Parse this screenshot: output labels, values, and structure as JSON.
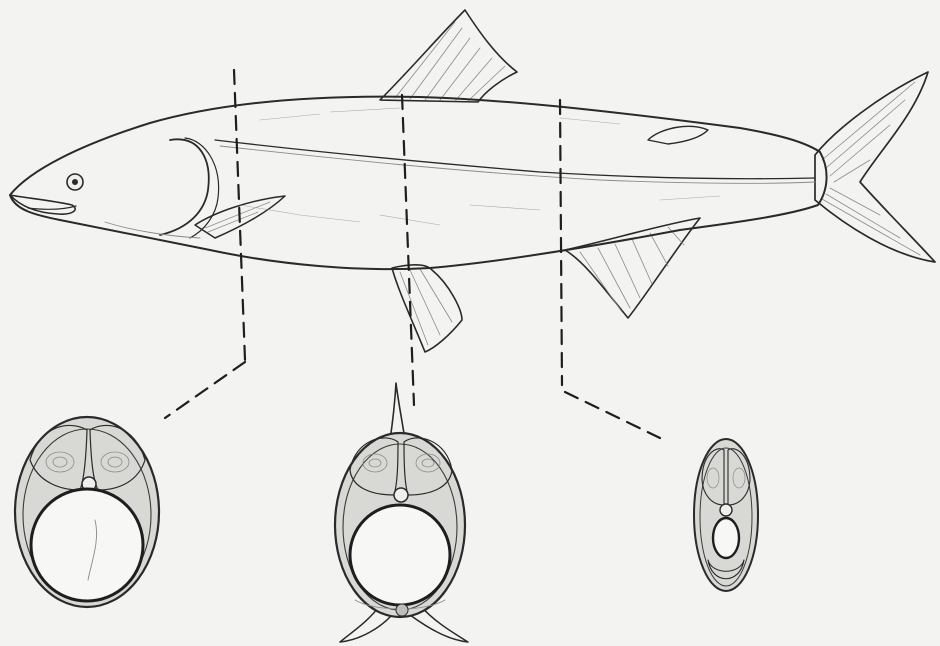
{
  "figure": {
    "subject": "fish",
    "views": [
      "lateral-view",
      "cross-section-anterior",
      "cross-section-mid",
      "cross-section-posterior"
    ],
    "colors": {
      "paper": "#f3f3f1",
      "pencil": "#2a2a2a",
      "shading": "#cfcfcc",
      "shading_dark": "#b3b3b0",
      "body_cavity": "#f7f7f5"
    }
  }
}
